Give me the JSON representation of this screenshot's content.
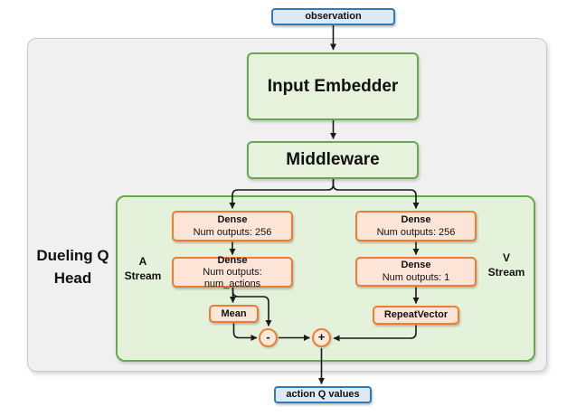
{
  "nodes": {
    "observation": "observation",
    "input_embedder": "Input Embedder",
    "middleware": "Middleware",
    "dueling_head": {
      "line1": "Dueling Q",
      "line2": "Head"
    },
    "a_stream": {
      "line1": "A",
      "line2": "Stream"
    },
    "v_stream": {
      "line1": "V",
      "line2": "Stream"
    },
    "dense_a1": {
      "title": "Dense",
      "subtitle": "Num outputs: 256"
    },
    "dense_a2": {
      "title": "Dense",
      "subtitle": "Num outputs: num_actions"
    },
    "dense_v1": {
      "title": "Dense",
      "subtitle": "Num outputs: 256"
    },
    "dense_v2": {
      "title": "Dense",
      "subtitle": "Num outputs: 1"
    },
    "mean": "Mean",
    "repeat_vector": "RepeatVector",
    "minus_op": "-",
    "plus_op": "+",
    "action_q_values": "action Q values"
  },
  "colors": {
    "blue_border": "#2b7bbf",
    "blue_fill": "#dfe9f3",
    "green_border": "#6aa84f",
    "green_fill": "#e4f1db",
    "orange_border": "#ed7d31",
    "orange_fill": "#fce4d6",
    "gray_fill": "#f0f0f0",
    "gray_border": "#c9c9c9",
    "arrow": "#1a1a1a"
  }
}
